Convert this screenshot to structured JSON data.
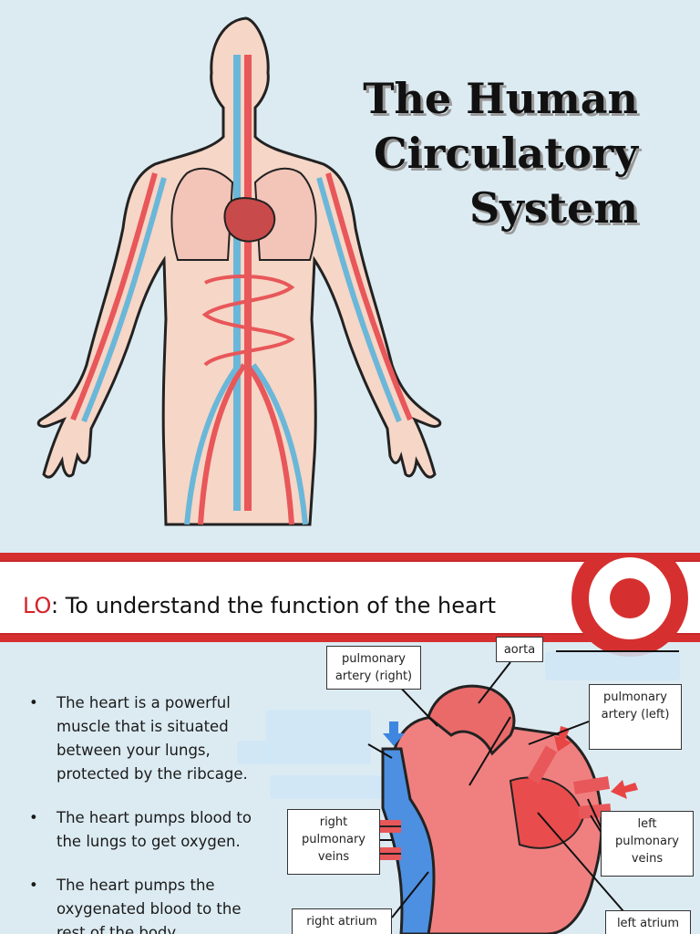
{
  "slide1": {
    "title_lines": [
      "The Human",
      "Circulatory",
      "System"
    ],
    "illustration": "human-body-circulatory-illustration"
  },
  "slide2": {
    "lo_key": "LO",
    "lo_text": ": To understand the function of the heart",
    "bullets": [
      "The heart is a powerful muscle that is situated between your lungs, protected by the ribcage.",
      "The heart pumps blood to the lungs to get oxygen.",
      "The heart pumps the oxygenated blood to the rest of the body."
    ],
    "labels": {
      "pulmonary_artery_right": "pulmonary artery (right)",
      "aorta": "aorta",
      "pulmonary_artery_left": "pulmonary artery (left)",
      "right_pulmonary_veins": "right pulmonary veins",
      "left_pulmonary_veins": "left pulmonary veins",
      "right_atrium": "right atrium",
      "left_atrium": "left atrium"
    },
    "colors": {
      "accent_red": "#d5302f",
      "artery_red": "#e8575a",
      "vein_blue": "#4d8fe0"
    }
  }
}
